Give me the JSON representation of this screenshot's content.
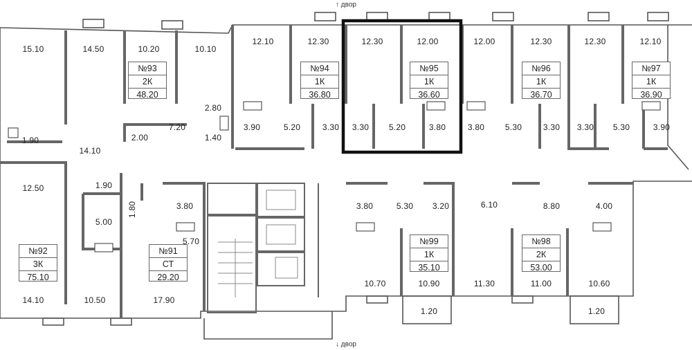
{
  "compass": {
    "top": "↑ двор",
    "bottom": "↓ двор"
  },
  "apartments": [
    {
      "number": "№93",
      "type": "2К",
      "area": "48.20"
    },
    {
      "number": "№94",
      "type": "1К",
      "area": "36.80"
    },
    {
      "number": "№95",
      "type": "1К",
      "area": "36.60"
    },
    {
      "number": "№96",
      "type": "1К",
      "area": "36.70"
    },
    {
      "number": "№97",
      "type": "1К",
      "area": "36.90"
    },
    {
      "number": "№92",
      "type": "3К",
      "area": "75.10"
    },
    {
      "number": "№91",
      "type": "СТ",
      "area": "29.20"
    },
    {
      "number": "№99",
      "type": "1К",
      "area": "35.10"
    },
    {
      "number": "№98",
      "type": "2К",
      "area": "53.00"
    }
  ],
  "rooms": [
    "15.10",
    "14.50",
    "10.20",
    "10.10",
    "12.10",
    "12.30",
    "12.30",
    "12.00",
    "12.00",
    "12.30",
    "12.30",
    "12.10",
    "2.80",
    "7.20",
    "2.00",
    "1.40",
    "3.90",
    "5.20",
    "3.30",
    "3.30",
    "5.20",
    "3.80",
    "3.80",
    "5.30",
    "3.30",
    "3.30",
    "5.30",
    "3.90",
    "1.90",
    "14.10",
    "12.50",
    "1.90",
    "1.80",
    "5.00",
    "3.80",
    "5.70",
    "3.80",
    "5.30",
    "3.20",
    "6.10",
    "8.80",
    "4.00",
    "14.10",
    "10.50",
    "17.90",
    "10.70",
    "10.90",
    "11.30",
    "11.00",
    "10.60",
    "1.20",
    "1.20"
  ]
}
